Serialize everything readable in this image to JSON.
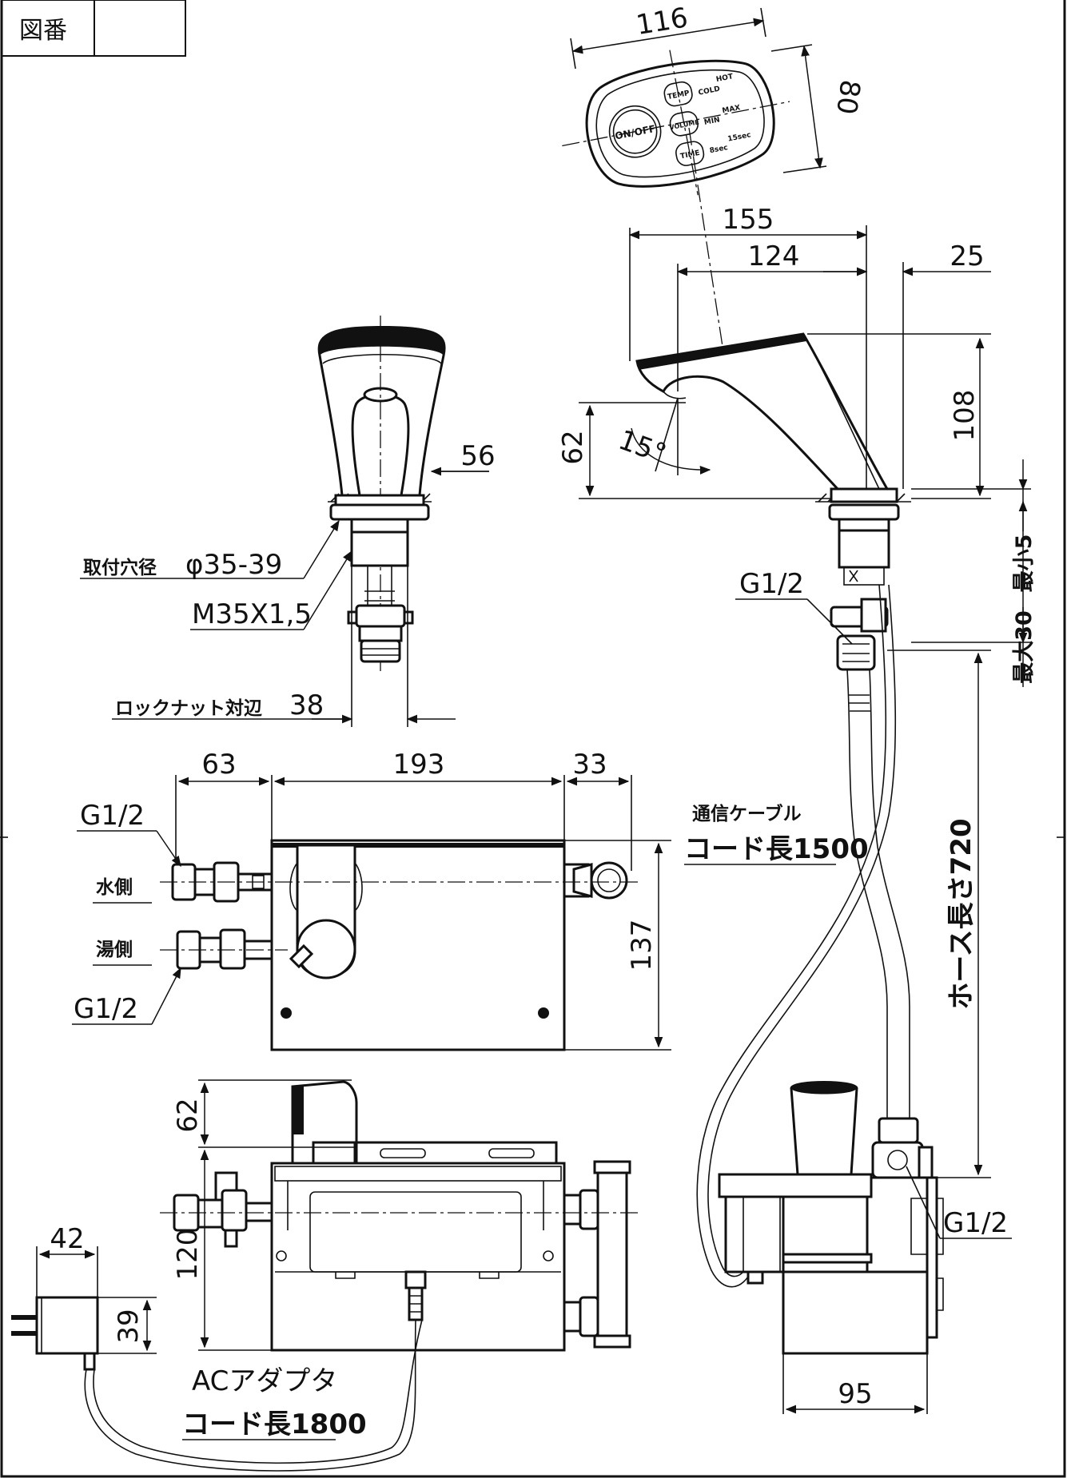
{
  "title_block": {
    "label": "図番",
    "value": ""
  },
  "remote": {
    "width": "116",
    "height": "80",
    "buttons": [
      "ON/OFF",
      "TEMP",
      "VOLUME",
      "TIME"
    ],
    "indicators": [
      "HOT",
      "COLD",
      "MAX",
      "MIN",
      "8sec",
      "15sec"
    ]
  },
  "faucet_side": {
    "overall": "155",
    "spout": "124",
    "rear": "25",
    "height": "108",
    "outlet_height": "62",
    "angle": "15°",
    "counter_min": "最小5",
    "counter_max": "最大30",
    "thread_top": "G1/2",
    "hose_length": "ホース長さ720",
    "thread_bottom": "G1/2",
    "unit_width": "95"
  },
  "faucet_front": {
    "width": "56",
    "hole_label": "取付穴径",
    "hole_value": "φ35-39",
    "thread": "M35X1,5",
    "locknut_label": "ロックナット対辺",
    "locknut_value": "38"
  },
  "control_box_top": {
    "left": "63",
    "middle": "193",
    "right": "33",
    "height": "137",
    "thread_upper": "G1/2",
    "water_side": "水側",
    "hot_side": "湯側",
    "thread_lower": "G1/2",
    "cable_label": "通信ケーブル",
    "cable_length": "コード長1500"
  },
  "control_box_front": {
    "top_height": "62",
    "body_height": "120"
  },
  "adapter": {
    "width": "42",
    "height": "39",
    "label": "ACアダプタ",
    "cord_length": "コード長1800"
  }
}
